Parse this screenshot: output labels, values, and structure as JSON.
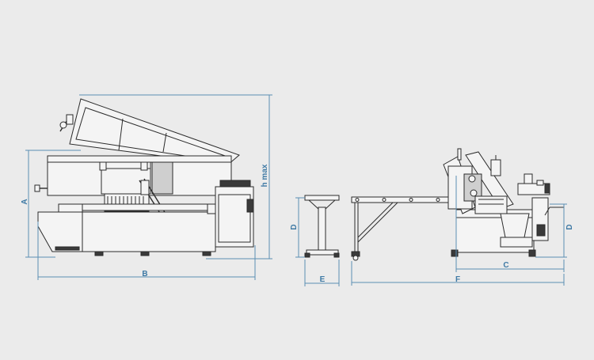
{
  "colors": {
    "background": "#ebebeb",
    "line": "#2b2b2b",
    "dimension": "#5b8fb3",
    "label": "#3f7aa5"
  },
  "dimensions": {
    "A": "A",
    "B": "B",
    "h_max": "h max",
    "D_stand": "D",
    "E": "E",
    "F": "F",
    "C": "C",
    "D_right": "D"
  }
}
